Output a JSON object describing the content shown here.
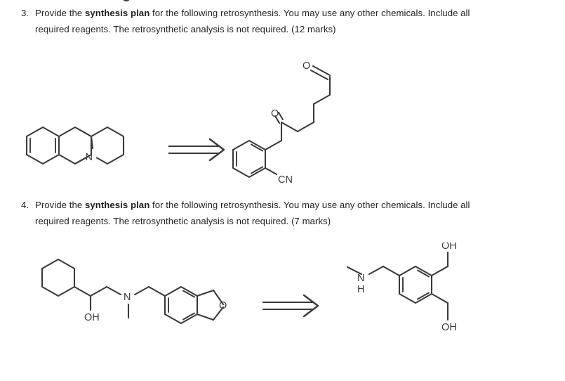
{
  "document": {
    "type": "exam-question-sheet",
    "background_color": "#ffffff",
    "text_color": "#231f20",
    "structure_line_color": "#3a3a3a"
  },
  "questions": [
    {
      "number": "3.",
      "text_before_bold": "Provide the ",
      "bold_text": "synthesis plan",
      "text_after_bold": " for the following retrosynthesis. You may use any other chemicals. Include all required reagents. The retrosynthetic analysis is not required. (12 marks)",
      "marks": "12"
    },
    {
      "number": "4.",
      "text_before_bold": "Provide the ",
      "bold_text": "synthesis plan",
      "text_after_bold": " for the following retrosynthesis. You may use any other chemicals. Include all required reagents. The retrosynthetic analysis is not required. (7 marks)",
      "marks": "7"
    }
  ],
  "scheme_3": {
    "target_name": "benzoquinolizidine",
    "target_labels": {
      "nitrogen": "N"
    },
    "arrow": "retrosynthetic-double-arrow",
    "precursor_name": "2-(2-oxo-6-oxohexyl)benzonitrile",
    "precursor_labels": {
      "aldehyde_oxygen": "O",
      "ketone_oxygen": "O",
      "nitrile": "CN"
    }
  },
  "scheme_4": {
    "target_name": "1-cyclohexyl-2-(N-methyl-N-(phthalanylmethyl)amino)ethanol",
    "target_labels": {
      "hydroxyl": "OH",
      "nitrogen": "N",
      "ether_oxygen": "O"
    },
    "arrow": "retrosynthetic-double-arrow",
    "precursor_name": "4-(methylaminomethyl)-1,2-benzenedimethanol",
    "precursor_labels": {
      "amine_n": "N",
      "amine_h": "H",
      "hydroxyl_top": "OH",
      "hydroxyl_bottom": "OH"
    }
  }
}
